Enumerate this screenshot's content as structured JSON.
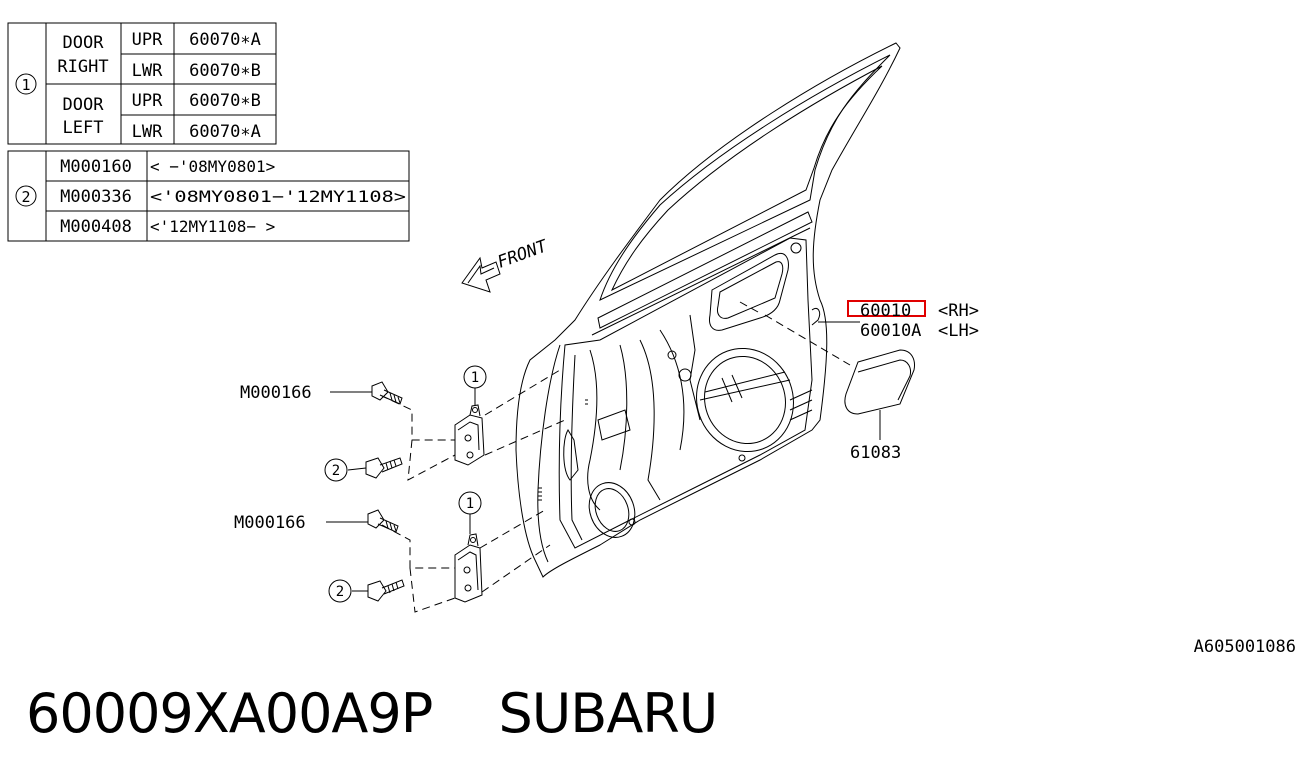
{
  "table1": {
    "ref": "1",
    "groups": [
      {
        "door_line1": "DOOR",
        "door_line2": "RIGHT",
        "rows": [
          {
            "pos": "UPR",
            "part": "60070∗A"
          },
          {
            "pos": "LWR",
            "part": "60070∗B"
          }
        ]
      },
      {
        "door_line1": "DOOR",
        "door_line2": "LEFT",
        "rows": [
          {
            "pos": "UPR",
            "part": "60070∗B"
          },
          {
            "pos": "LWR",
            "part": "60070∗A"
          }
        ]
      }
    ]
  },
  "table2": {
    "ref": "2",
    "rows": [
      {
        "part": "M000160",
        "range": "< −'08MY0801>"
      },
      {
        "part": "M000336",
        "range": "<'08MY0801−'12MY1108>"
      },
      {
        "part": "M000408",
        "range": "<'12MY1108− >"
      }
    ]
  },
  "diagram": {
    "front_label": "FRONT",
    "callout_rh_part": "60010",
    "callout_rh_side": "<RH>",
    "callout_lh_part": "60010A",
    "callout_lh_side": "<LH>",
    "plug_part": "61083",
    "bolt_upper": "M000166",
    "bolt_lower": "M000166",
    "ref_1": "1",
    "ref_2": "2",
    "highlight_color": "#e00000"
  },
  "catalog_number": "A605001086",
  "footer": {
    "part_number": "60009XA00A9P",
    "brand": "SUBARU"
  }
}
